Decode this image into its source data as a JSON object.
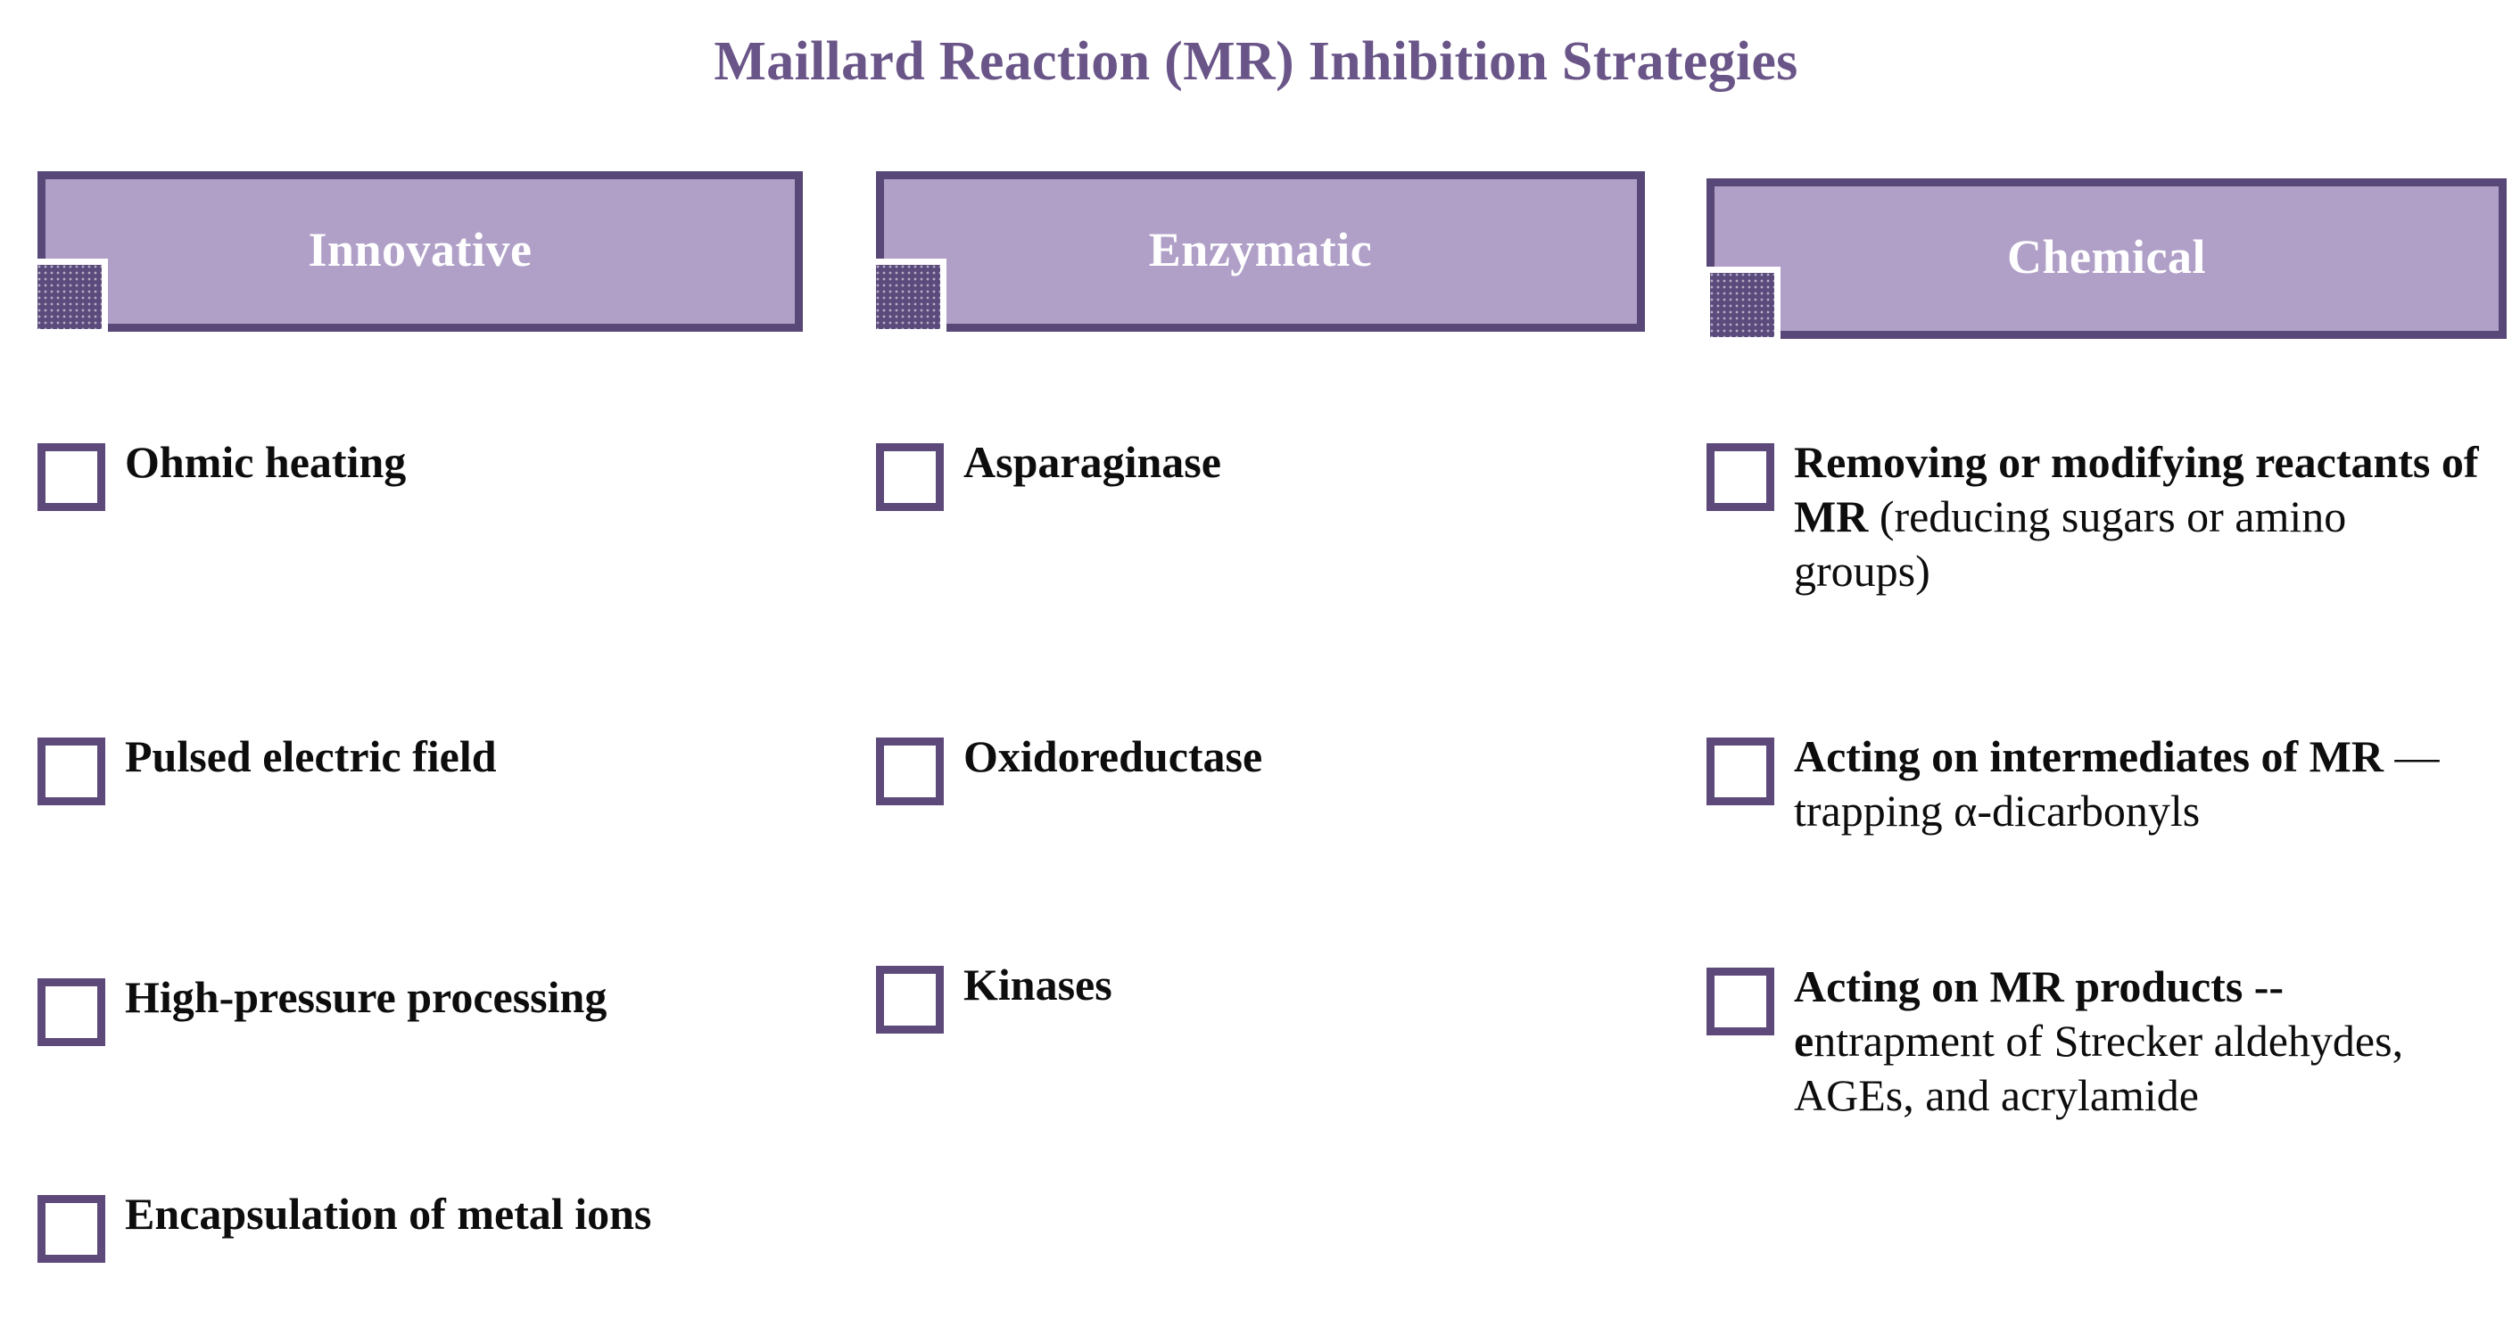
{
  "title": "Maillard Reaction (MR) Inhibition Strategies",
  "colors": {
    "title": "#6a5588",
    "bar_fill": "#b0a0c8",
    "bar_border": "#584878",
    "checkbox_border": "#5d4a7a",
    "corner_square": "#5b4a7c",
    "text": "#0d0d0d",
    "background": "#ffffff"
  },
  "columns": [
    {
      "header": "Innovative",
      "items": [
        {
          "bold": "Ohmic heating",
          "rest": ""
        },
        {
          "bold": "Pulsed electric field",
          "rest": ""
        },
        {
          "bold": "High-pressure processing",
          "rest": ""
        },
        {
          "bold": "Encapsulation of metal ions",
          "rest": ""
        }
      ]
    },
    {
      "header": "Enzymatic",
      "items": [
        {
          "bold": "Asparaginase",
          "rest": ""
        },
        {
          "bold": "Oxidoreductase",
          "rest": ""
        },
        {
          "bold": "Kinases",
          "rest": ""
        }
      ]
    },
    {
      "header": "Chemical",
      "items": [
        {
          "bold": "Removing or modifying reactants of MR ",
          "rest": "(reducing sugars or amino groups)"
        },
        {
          "bold": "of MR ",
          "rest": "— trapping α-dicarbonyls",
          "bold_lead": "Acting on intermediates "
        },
        {
          "bold": "- e",
          "rest": "ntrapment of Strecker aldehydes, AGEs, and acrylamide",
          "bold_lead": "Acting on MR products -"
        }
      ]
    }
  ],
  "chemical_items_detail": [
    {
      "bold_part": "Removing or modifying reactants of MR",
      "regular_part": " (reducing sugars or amino groups)"
    },
    {
      "bold_part": "Acting on intermediates of MR",
      "regular_part": " — trapping α-dicarbonyls"
    },
    {
      "bold_part": "Acting on MR products -- e",
      "regular_part": "ntrapment of Strecker aldehydes, AGEs, and acrylamide"
    }
  ]
}
